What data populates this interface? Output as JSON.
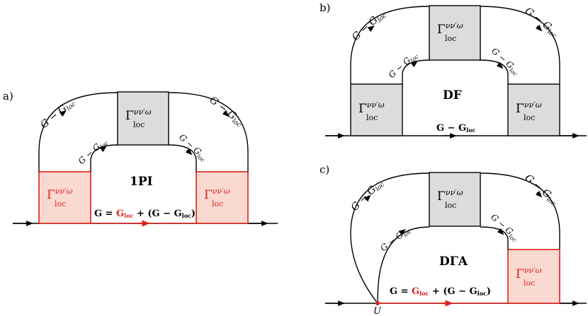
{
  "panels": {
    "a": {
      "label": "a)",
      "title": "1PI",
      "equation": {
        "lhs": "G = ",
        "gloc": "G",
        "gloc_sub": "loc",
        "rest": " + (G − G",
        "rest_sub": "loc",
        "rest_end": ")"
      },
      "red_box_label": "Γ",
      "gray_box_label": "Γ"
    },
    "b": {
      "label": "b)",
      "title": "DF",
      "bottom_label": "G − G",
      "bottom_label_sub": "loc"
    },
    "c": {
      "label": "c)",
      "title": "DΓA",
      "equation": {
        "lhs": "G = ",
        "gloc": "G",
        "gloc_sub": "loc",
        "rest": " + (G − G",
        "rest_sub": "loc",
        "rest_end": ")"
      },
      "vertex_label": "U"
    }
  },
  "vertex": {
    "symbol": "Γ",
    "superscript": "νν′ω",
    "subscript": "loc"
  },
  "propagator": {
    "main": "G − G",
    "sub": "loc"
  },
  "colors": {
    "red": "#e0201b",
    "red_fill": "#f9d9d0",
    "gray_fill": "#dcdcdc"
  }
}
